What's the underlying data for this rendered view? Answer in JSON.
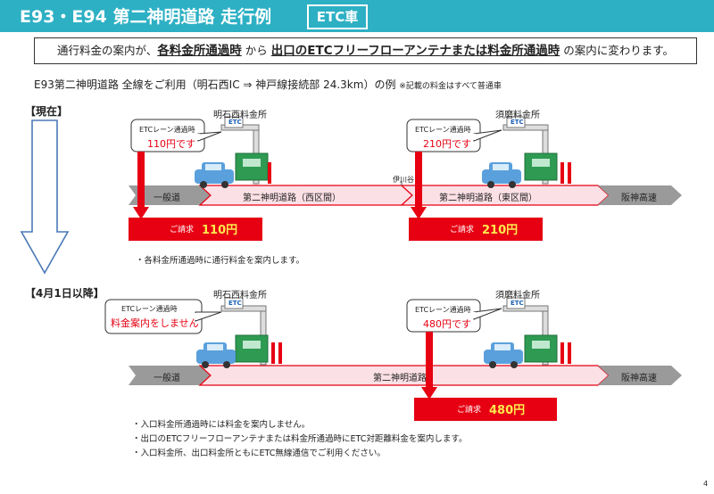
{
  "header": {
    "title": "E93・E94 第二神明道路 走行例",
    "tag": "ETC車"
  },
  "notice": {
    "p1": "通行料金の案内が、",
    "b1": "各料金所通過時",
    "p2": " から ",
    "b2": "出口のETCフリーフローアンテナまたは料金所通過時",
    "p3": " の案内に変わります。"
  },
  "example": {
    "main": "E93第二神明道路 全線をご利用（明石西IC ⇒ 神戸線接続部 24.3km）の例",
    "note": "※記載の料金はすべて普通車"
  },
  "current": {
    "label": "【現在】",
    "booth1": "明石西料金所",
    "booth2": "須磨料金所",
    "bubble1_title": "ETCレーン通過時",
    "bubble1_fee": "110円です",
    "bubble2_title": "ETCレーン通過時",
    "bubble2_fee": "210円です",
    "seg_left": "一般道",
    "seg_west": "第二神明道路（西区間）",
    "seg_east": "第二神明道路（東区間）",
    "seg_right": "阪神高速",
    "ikawadani": "伊川谷",
    "bill1_label": "ご請求",
    "bill1_value": "110円",
    "bill2_label": "ご請求",
    "bill2_value": "210円",
    "note": "・各料金所通過時に通行料金を案内します。"
  },
  "future": {
    "label": "【4月1日以降】",
    "booth1": "明石西料金所",
    "booth2": "須磨料金所",
    "bubble1_title": "ETCレーン通過時",
    "bubble1_msg": "料金案内をしません",
    "bubble2_title": "ETCレーン通過時",
    "bubble2_fee": "480円です",
    "seg_left": "一般道",
    "seg_main": "第二神明道路",
    "seg_right": "阪神高速",
    "bill_label": "ご請求",
    "bill_value": "480円",
    "notes": [
      "・入口料金所通過時には料金を案内しません。",
      "・出口のETCフリーフローアンテナまたは料金所通過時にETC対距離料金を案内します。",
      "・入口料金所、出口料金所ともにETC無線通信でご利用ください。"
    ]
  },
  "etc_sign": "ETC",
  "page_number": "4",
  "colors": {
    "header": "#2db0c4",
    "red": "#e60012",
    "road_pink": "#fbe0e6",
    "gray": "#9a9a9a",
    "car": "#5aa0dc",
    "booth": "#2e9a52"
  }
}
